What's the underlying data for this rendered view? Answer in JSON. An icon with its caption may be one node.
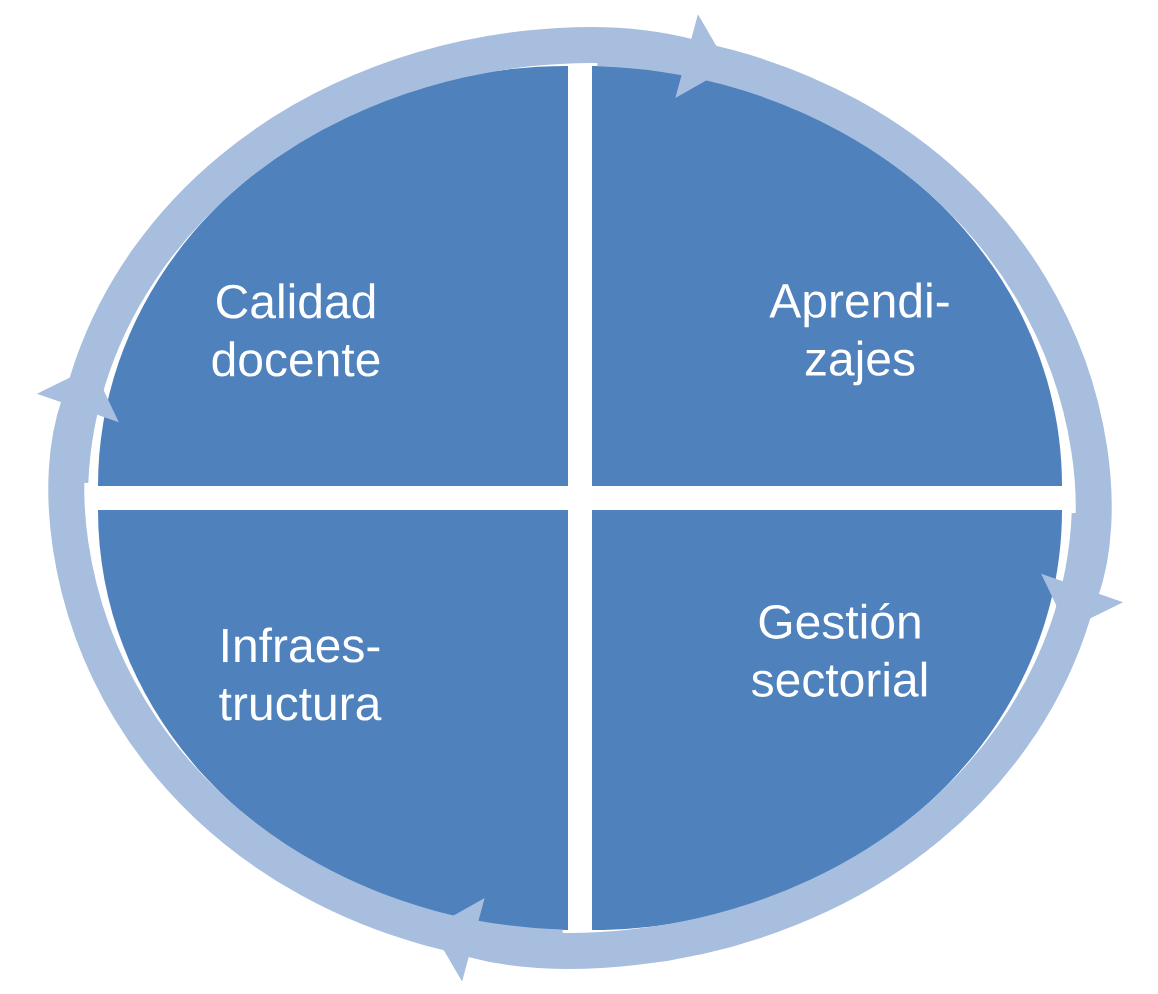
{
  "diagram": {
    "nodes": [
      {
        "text": [
          "Calidad docente"
        ]
      },
      {
        "text": [
          "Aprendi- zajes"
        ]
      },
      {
        "text": [
          "Gestión sectorial"
        ]
      },
      {
        "text": [
          "Infraes- tructura"
        ]
      }
    ],
    "edges": [
      {
        "from": 0,
        "to": 1,
        "arrow": "to"
      },
      {
        "from": 1,
        "to": 2,
        "arrow": "to"
      },
      {
        "from": 2,
        "to": 3,
        "arrow": "to"
      },
      {
        "from": 3,
        "to": 0,
        "arrow": "to"
      }
    ]
  }
}
